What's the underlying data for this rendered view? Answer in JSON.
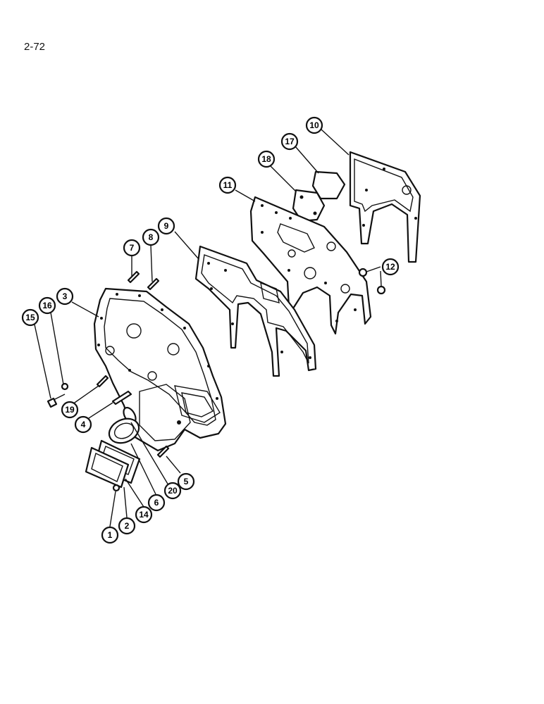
{
  "page": {
    "number": "2-72"
  },
  "callouts": [
    {
      "id": "1",
      "label": "1"
    },
    {
      "id": "2",
      "label": "2"
    },
    {
      "id": "3",
      "label": "3"
    },
    {
      "id": "4",
      "label": "4"
    },
    {
      "id": "5",
      "label": "5"
    },
    {
      "id": "6",
      "label": "6"
    },
    {
      "id": "7",
      "label": "7"
    },
    {
      "id": "8",
      "label": "8"
    },
    {
      "id": "9",
      "label": "9"
    },
    {
      "id": "10",
      "label": "10"
    },
    {
      "id": "11",
      "label": "11"
    },
    {
      "id": "12",
      "label": "12"
    },
    {
      "id": "14",
      "label": "14"
    },
    {
      "id": "15",
      "label": "15"
    },
    {
      "id": "16",
      "label": "16"
    },
    {
      "id": "17",
      "label": "17"
    },
    {
      "id": "18",
      "label": "18"
    },
    {
      "id": "19",
      "label": "19"
    },
    {
      "id": "20",
      "label": "20"
    }
  ]
}
